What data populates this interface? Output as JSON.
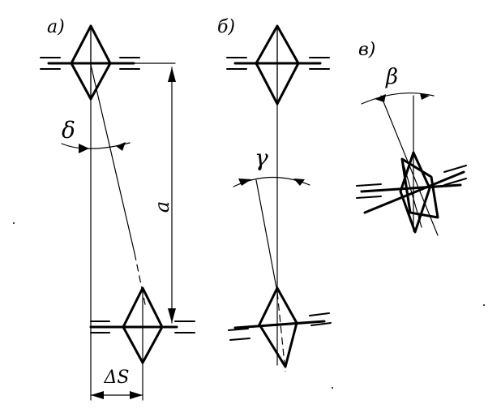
{
  "figure": {
    "panels": [
      {
        "id": "a",
        "label": "a)"
      },
      {
        "id": "b",
        "label": "б)"
      },
      {
        "id": "c",
        "label": "в)"
      }
    ],
    "annotations": {
      "delta": "δ",
      "gamma": "γ",
      "beta": "β",
      "distance": "a",
      "offset": "ΔS"
    }
  }
}
